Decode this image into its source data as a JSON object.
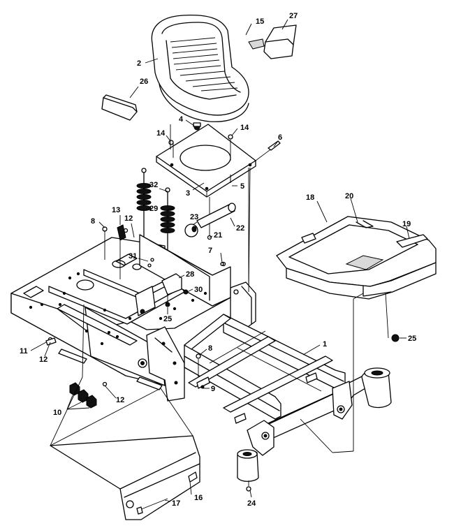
{
  "callouts": [
    {
      "id": "c1",
      "text": "1"
    },
    {
      "id": "c2",
      "text": "2"
    },
    {
      "id": "c3",
      "text": "3"
    },
    {
      "id": "c4",
      "text": "4"
    },
    {
      "id": "c5",
      "text": "5"
    },
    {
      "id": "c6",
      "text": "6"
    },
    {
      "id": "c7",
      "text": "7"
    },
    {
      "id": "c8a",
      "text": "8"
    },
    {
      "id": "c8b",
      "text": "8"
    },
    {
      "id": "c9",
      "text": "9"
    },
    {
      "id": "c10",
      "text": "10"
    },
    {
      "id": "c11",
      "text": "11"
    },
    {
      "id": "c12a",
      "text": "12"
    },
    {
      "id": "c12b",
      "text": "12"
    },
    {
      "id": "c12c",
      "text": "12"
    },
    {
      "id": "c13",
      "text": "13"
    },
    {
      "id": "c14a",
      "text": "14"
    },
    {
      "id": "c14b",
      "text": "14"
    },
    {
      "id": "c15",
      "text": "15"
    },
    {
      "id": "c16",
      "text": "16"
    },
    {
      "id": "c17",
      "text": "17"
    },
    {
      "id": "c18",
      "text": "18"
    },
    {
      "id": "c19",
      "text": "19"
    },
    {
      "id": "c20",
      "text": "20"
    },
    {
      "id": "c21",
      "text": "21"
    },
    {
      "id": "c22",
      "text": "22"
    },
    {
      "id": "c23",
      "text": "23"
    },
    {
      "id": "c24",
      "text": "24"
    },
    {
      "id": "c25a",
      "text": "25"
    },
    {
      "id": "c25b",
      "text": "25"
    },
    {
      "id": "c26",
      "text": "26"
    },
    {
      "id": "c27",
      "text": "27"
    },
    {
      "id": "c28",
      "text": "28"
    },
    {
      "id": "c29",
      "text": "29"
    },
    {
      "id": "c30",
      "text": "30"
    },
    {
      "id": "c31",
      "text": "31"
    },
    {
      "id": "c32",
      "text": "32"
    }
  ]
}
